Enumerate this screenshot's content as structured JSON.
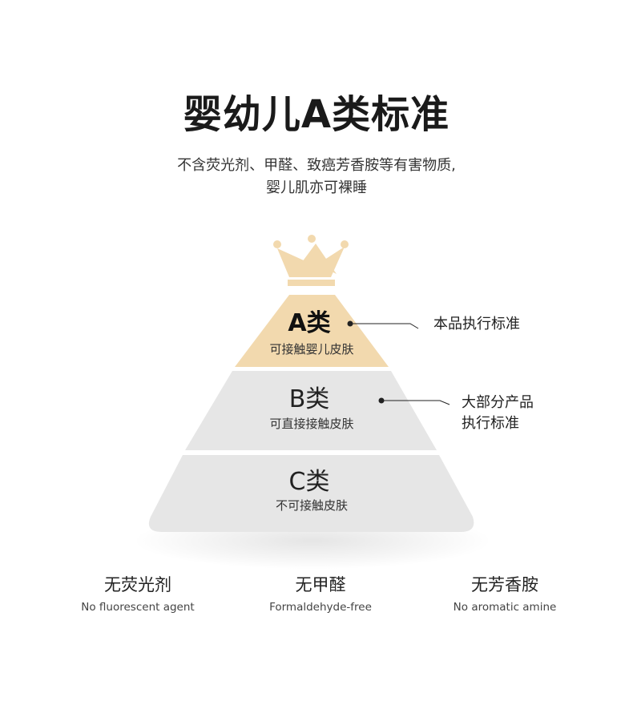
{
  "title": "婴幼儿A类标准",
  "subtitle": {
    "line1": "不含荧光剂、甲醛、致癌芳香胺等有害物质,",
    "line2": "婴儿肌亦可裸睡"
  },
  "colors": {
    "gold": "#f2d9ae",
    "crown": "#f2d9ae",
    "gray": "#e6e6e6"
  },
  "icons": {
    "crown": "crown-icon"
  },
  "pyramid": {
    "tiers": [
      {
        "name": "A类",
        "desc": "可接触婴儿皮肤"
      },
      {
        "name": "B类",
        "desc": "可直接接触皮肤"
      },
      {
        "name": "C类",
        "desc": "不可接触皮肤"
      }
    ]
  },
  "callouts": {
    "a": {
      "line1": "本品执行标准"
    },
    "b": {
      "line1": "大部分产品",
      "line2": "执行标准"
    }
  },
  "features": [
    {
      "cn": "无荧光剂",
      "en": "No fluorescent agent"
    },
    {
      "cn": "无甲醛",
      "en": "Formaldehyde-free"
    },
    {
      "cn": "无芳香胺",
      "en": "No aromatic amine"
    }
  ]
}
